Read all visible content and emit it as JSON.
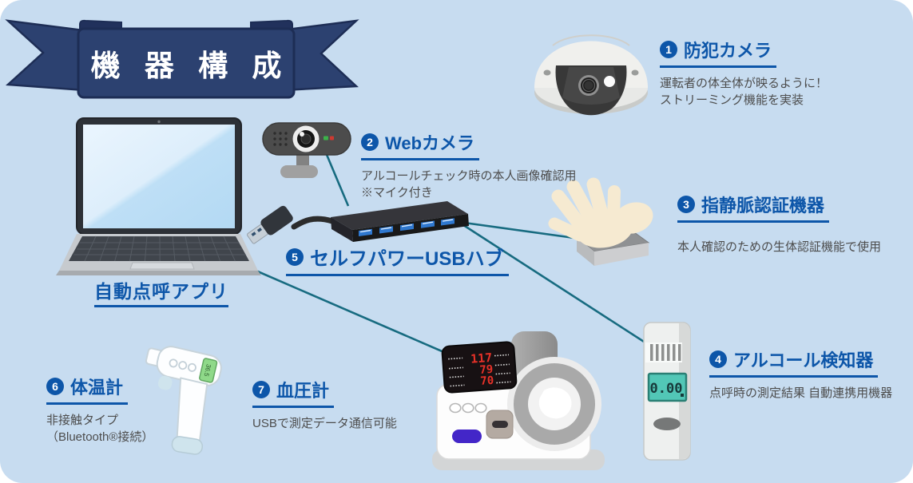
{
  "banner": {
    "title": "機 器 構 成"
  },
  "laptop": {
    "label": "自動点呼アプリ"
  },
  "items": [
    {
      "number": "1",
      "title": "防犯カメラ",
      "desc_lines": [
        "運転者の体全体が映るように！",
        "ストリーミング機能を実装"
      ]
    },
    {
      "number": "2",
      "title": "Webカメラ",
      "desc_lines": [
        "アルコールチェック時の本人画像確認用",
        "※マイク付き"
      ]
    },
    {
      "number": "3",
      "title": "指静脈認証機器",
      "desc_lines": [
        "本人確認のための生体認証機能で使用"
      ]
    },
    {
      "number": "4",
      "title": "アルコール検知器",
      "desc_lines": [
        "点呼時の測定結果 自動連携用機器"
      ]
    },
    {
      "number": "5",
      "title": "セルフパワーUSBハブ",
      "desc_lines": []
    },
    {
      "number": "6",
      "title": "体温計",
      "desc_lines": [
        "非接触タイプ",
        "（Bluetooth®接続）"
      ]
    },
    {
      "number": "7",
      "title": "血圧計",
      "desc_lines": [
        "USBで測定データ通信可能"
      ]
    }
  ],
  "devices": {
    "alcohol_display": "0.00",
    "bp_display": [
      "117",
      "79",
      "70"
    ],
    "thermometer_display": "36.5"
  },
  "colors": {
    "background": "#c7dcf0",
    "ribbon_navy": "#2c4170",
    "heading_blue": "#0d56a9",
    "body_text": "#4d4d4d",
    "connection_line": "#176b80"
  }
}
